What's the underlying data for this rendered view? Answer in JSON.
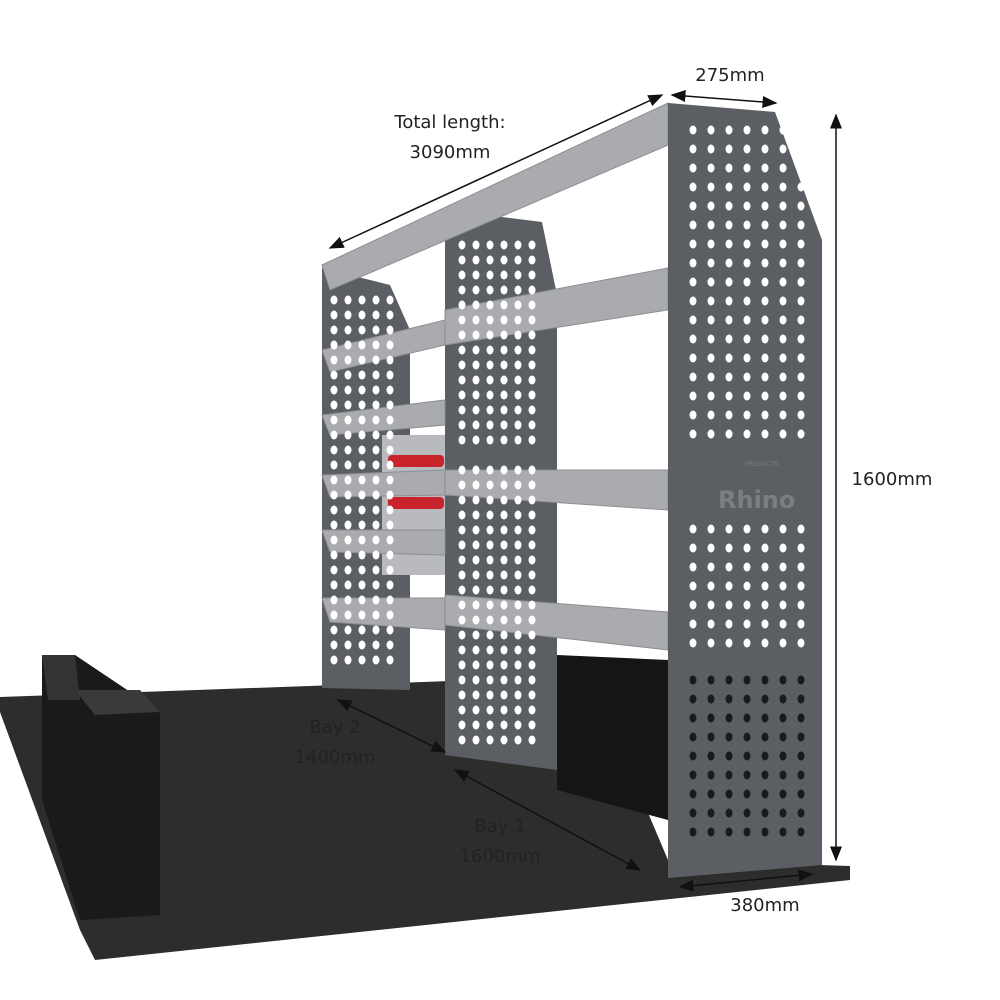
{
  "dimensions": {
    "total_length_label": "Total length:",
    "total_length_value": "3090mm",
    "depth_top": "275mm",
    "height": "1600mm",
    "depth_bottom": "380mm",
    "bay2_label": "Bay 2",
    "bay2_value": "1400mm",
    "bay1_label": "Bay 1",
    "bay1_value": "1600mm"
  },
  "logo": {
    "brand": "Rhino",
    "sub": "PRODUCTS"
  },
  "colors": {
    "panel": "#5b5e63",
    "shelf": "#a9abae",
    "floor": "#2b2b2b",
    "drawer_handle": "#c8232b"
  }
}
